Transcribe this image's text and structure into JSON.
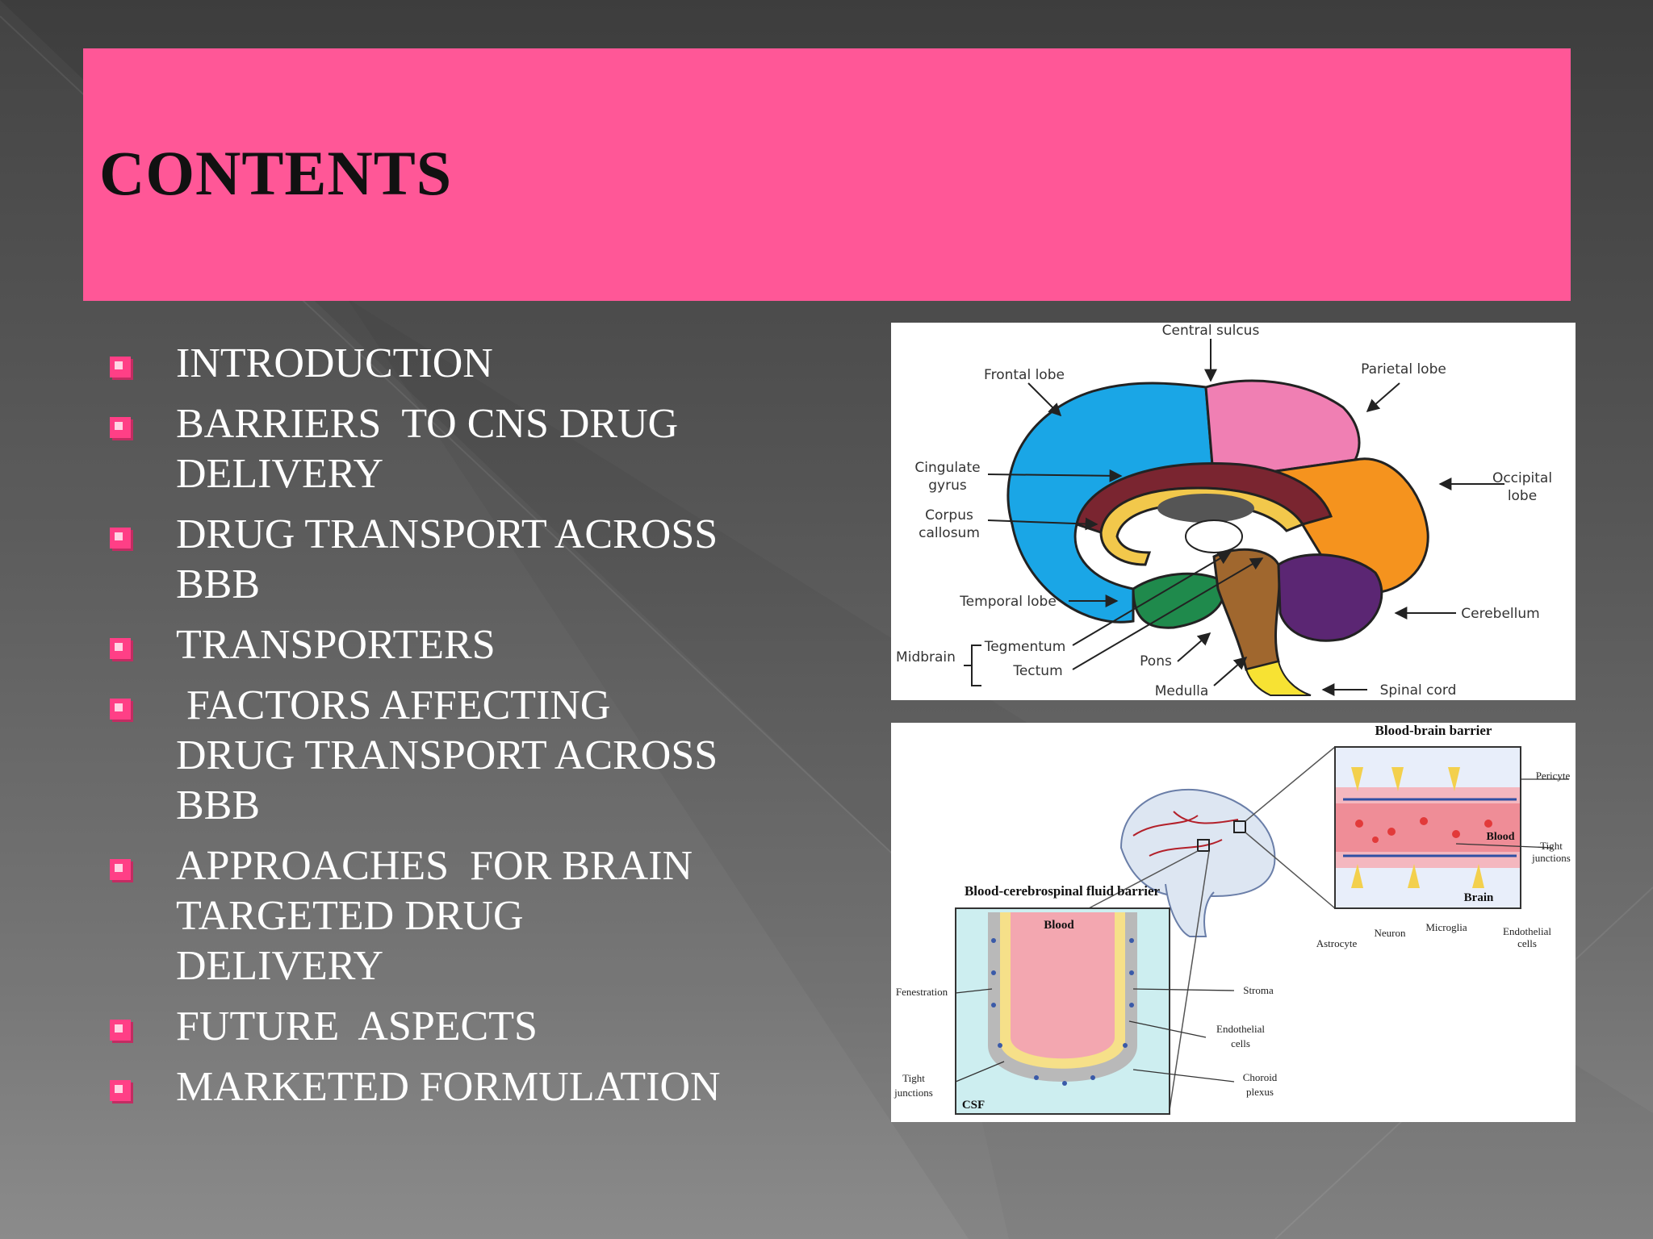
{
  "slide": {
    "title": "CONTENTS",
    "items": [
      {
        "lines": [
          "INTRODUCTION"
        ]
      },
      {
        "lines": [
          "BARRIERS  TO CNS DRUG",
          "DELIVERY"
        ]
      },
      {
        "lines": [
          "DRUG TRANSPORT ACROSS",
          "BBB"
        ]
      },
      {
        "lines": [
          "TRANSPORTERS"
        ]
      },
      {
        "lines": [
          " FACTORS AFFECTING",
          "DRUG TRANSPORT ACROSS",
          "BBB"
        ]
      },
      {
        "lines": [
          "APPROACHES  FOR BRAIN",
          "TARGETED DRUG",
          "DELIVERY"
        ]
      },
      {
        "lines": [
          "FUTURE  ASPECTS"
        ]
      },
      {
        "lines": [
          "MARKETED FORMULATION"
        ]
      }
    ]
  },
  "figure_brain": {
    "labels": {
      "central_sulcus": "Central sulcus",
      "frontal_lobe": "Frontal lobe",
      "parietal_lobe": "Parietal lobe",
      "cingulate_1": "Cingulate",
      "cingulate_2": "gyrus",
      "corpus_1": "Corpus",
      "corpus_2": "callosum",
      "occipital_1": "Occipital",
      "occipital_2": "lobe",
      "temporal_lobe": "Temporal lobe",
      "cerebellum": "Cerebellum",
      "midbrain": "Midbrain",
      "tegmentum": "Tegmentum",
      "tectum": "Tectum",
      "pons": "Pons",
      "medulla": "Medulla",
      "spinal_cord": "Spinal cord"
    }
  },
  "figure_bbb": {
    "labels": {
      "bbb_title": "Blood-brain barrier",
      "bcsf_title": "Blood-cerebrospinal fluid barrier",
      "pericyte": "Pericyte",
      "blood_top": "Blood",
      "tight_1": "Tight",
      "tight_2": "junctions",
      "brain": "Brain",
      "astrocyte": "Astrocyte",
      "neuron": "Neuron",
      "microglia": "Microglia",
      "endo_1": "Endothelial",
      "endo_2": "cells",
      "blood_csf": "Blood",
      "fenestration": "Fenestration",
      "stroma": "Stroma",
      "endo_csf_1": "Endothelial",
      "endo_csf_2": "cells",
      "tight_csf_1": "Tight",
      "tight_csf_2": "junctions",
      "choroid_1": "Choroid",
      "choroid_2": "plexus",
      "csf": "CSF"
    }
  }
}
